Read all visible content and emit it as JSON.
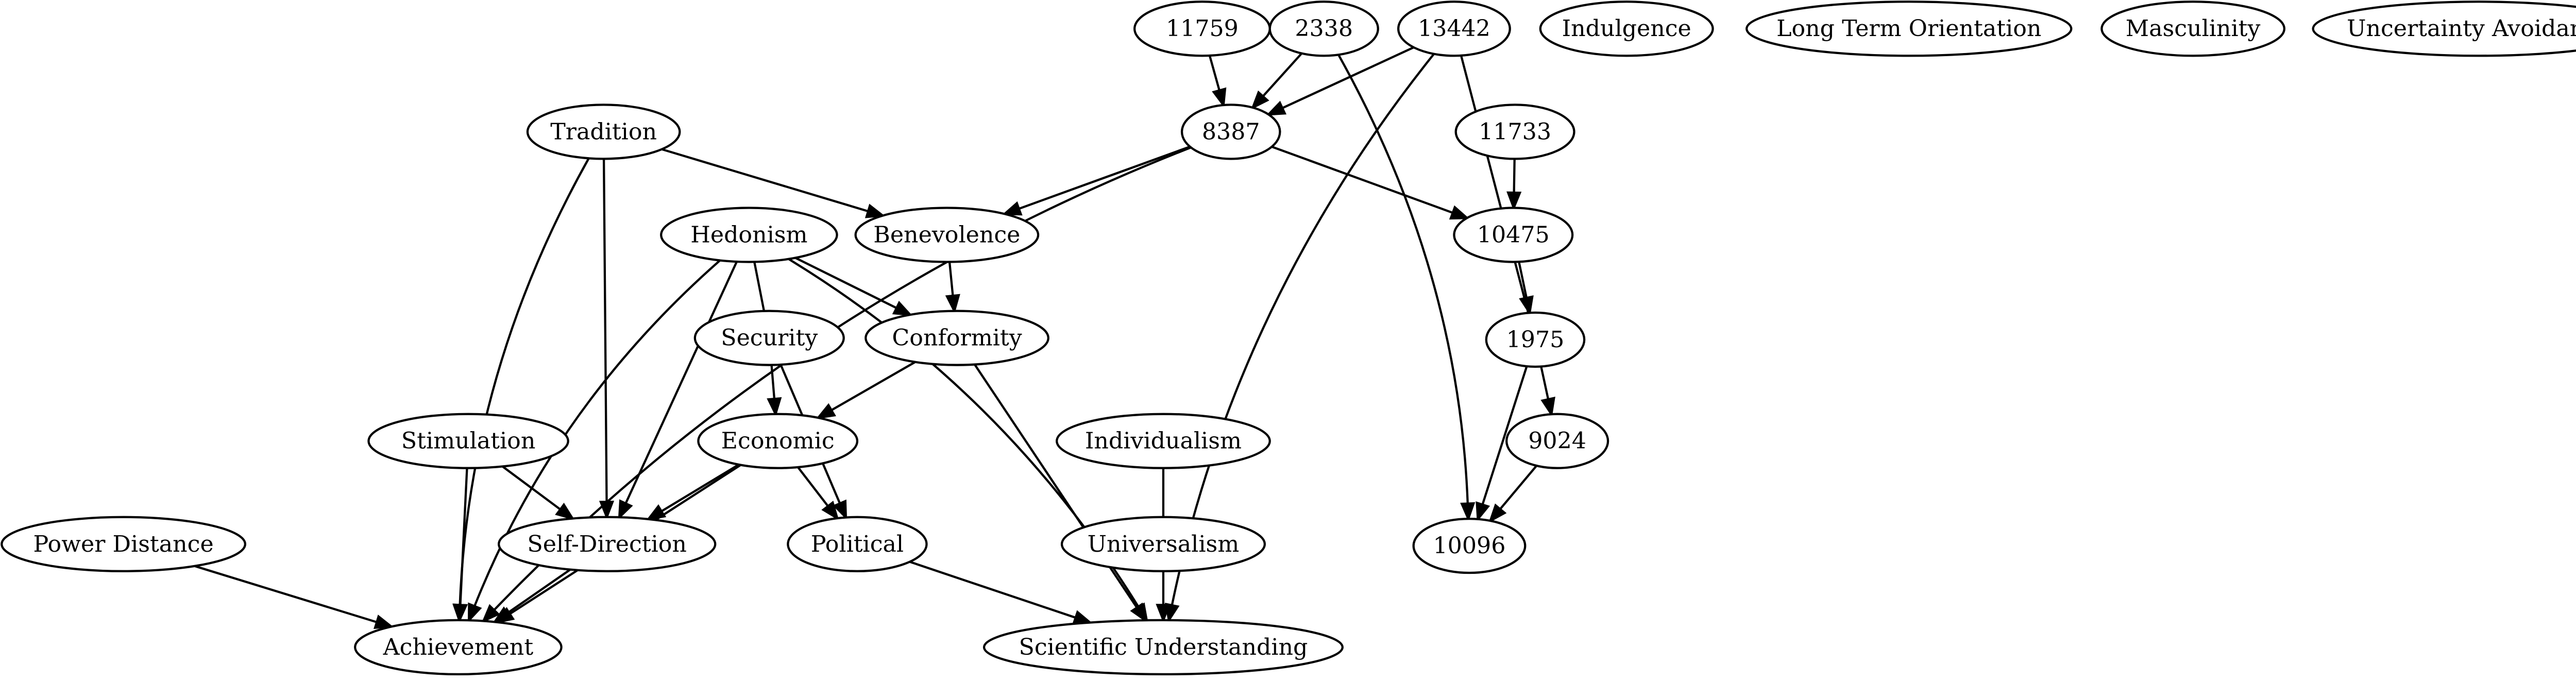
{
  "nodes": [
    {
      "id": "n11759",
      "label": "11759"
    },
    {
      "id": "n2338",
      "label": "2338"
    },
    {
      "id": "n13442",
      "label": "13442"
    },
    {
      "id": "indulgence",
      "label": "Indulgence"
    },
    {
      "id": "lto",
      "label": "Long Term Orientation"
    },
    {
      "id": "masculinity",
      "label": "Masculinity"
    },
    {
      "id": "ua",
      "label": "Uncertainty Avoidance"
    },
    {
      "id": "tradition",
      "label": "Tradition"
    },
    {
      "id": "n8387",
      "label": "8387"
    },
    {
      "id": "n11733",
      "label": "11733"
    },
    {
      "id": "hedonism",
      "label": "Hedonism"
    },
    {
      "id": "benevolence",
      "label": "Benevolence"
    },
    {
      "id": "n10475",
      "label": "10475"
    },
    {
      "id": "security",
      "label": "Security"
    },
    {
      "id": "conformity",
      "label": "Conformity"
    },
    {
      "id": "n1975",
      "label": "1975"
    },
    {
      "id": "stimulation",
      "label": "Stimulation"
    },
    {
      "id": "economic",
      "label": "Economic"
    },
    {
      "id": "individualism",
      "label": "Individualism"
    },
    {
      "id": "n9024",
      "label": "9024"
    },
    {
      "id": "powerdistance",
      "label": "Power Distance"
    },
    {
      "id": "selfdirection",
      "label": "Self-Direction"
    },
    {
      "id": "political",
      "label": "Political"
    },
    {
      "id": "universalism",
      "label": "Universalism"
    },
    {
      "id": "n10096",
      "label": "10096"
    },
    {
      "id": "achievement",
      "label": "Achievement"
    },
    {
      "id": "sciund",
      "label": "Scientific Understanding"
    }
  ],
  "edges": [
    {
      "from": "n11759",
      "to": "n8387",
      "directed": true
    },
    {
      "from": "n2338",
      "to": "n8387",
      "directed": true
    },
    {
      "from": "n2338",
      "to": "n10096",
      "directed": true
    },
    {
      "from": "n13442",
      "to": "n8387",
      "directed": true
    },
    {
      "from": "n13442",
      "to": "sciund",
      "directed": true
    },
    {
      "from": "n13442",
      "to": "n1975",
      "directed": false
    },
    {
      "from": "tradition",
      "to": "benevolence",
      "directed": true
    },
    {
      "from": "tradition",
      "to": "selfdirection",
      "directed": true
    },
    {
      "from": "tradition",
      "to": "achievement",
      "directed": true
    },
    {
      "from": "n8387",
      "to": "benevolence",
      "directed": true
    },
    {
      "from": "n8387",
      "to": "n10475",
      "directed": true
    },
    {
      "from": "n8387",
      "to": "achievement",
      "directed": true
    },
    {
      "from": "n11733",
      "to": "n10475",
      "directed": true
    },
    {
      "from": "hedonism",
      "to": "security",
      "directed": false
    },
    {
      "from": "hedonism",
      "to": "conformity",
      "directed": true
    },
    {
      "from": "hedonism",
      "to": "selfdirection",
      "directed": true
    },
    {
      "from": "hedonism",
      "to": "achievement",
      "directed": true
    },
    {
      "from": "hedonism",
      "to": "sciund",
      "directed": true
    },
    {
      "from": "benevolence",
      "to": "conformity",
      "directed": true
    },
    {
      "from": "n10475",
      "to": "n1975",
      "directed": true
    },
    {
      "from": "security",
      "to": "economic",
      "directed": true
    },
    {
      "from": "security",
      "to": "political",
      "directed": true
    },
    {
      "from": "conformity",
      "to": "economic",
      "directed": true
    },
    {
      "from": "conformity",
      "to": "sciund",
      "directed": true
    },
    {
      "from": "n1975",
      "to": "n9024",
      "directed": true
    },
    {
      "from": "n1975",
      "to": "n10096",
      "directed": true
    },
    {
      "from": "stimulation",
      "to": "selfdirection",
      "directed": true
    },
    {
      "from": "stimulation",
      "to": "achievement",
      "directed": true
    },
    {
      "from": "economic",
      "to": "selfdirection",
      "directed": true
    },
    {
      "from": "economic",
      "to": "political",
      "directed": true
    },
    {
      "from": "economic",
      "to": "achievement",
      "directed": true
    },
    {
      "from": "individualism",
      "to": "universalism",
      "directed": false
    },
    {
      "from": "n9024",
      "to": "n10096",
      "directed": true
    },
    {
      "from": "powerdistance",
      "to": "achievement",
      "directed": true
    },
    {
      "from": "selfdirection",
      "to": "achievement",
      "directed": true
    },
    {
      "from": "political",
      "to": "sciund",
      "directed": true
    },
    {
      "from": "universalism",
      "to": "sciund",
      "directed": true
    }
  ]
}
